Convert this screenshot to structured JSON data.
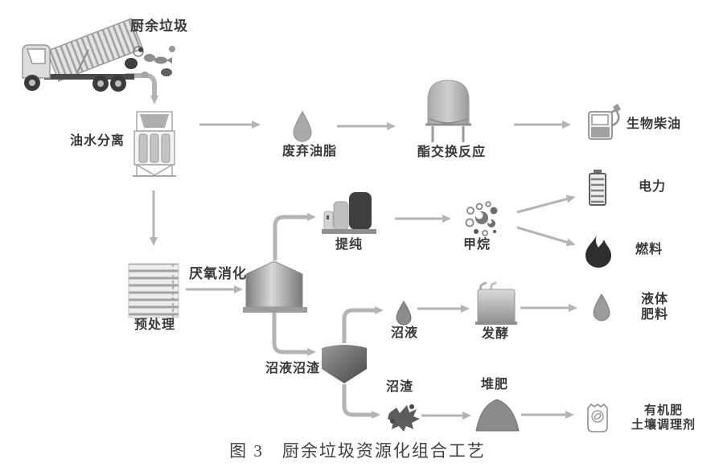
{
  "figure": {
    "caption": "图 3　厨余垃圾资源化组合工艺"
  },
  "nodes": {
    "kitchen_waste": "厨余垃圾",
    "oil_water_separation": "油水分离",
    "waste_grease": "废弃油脂",
    "transesterification": "酯交换反应",
    "biodiesel": "生物柴油",
    "pretreatment": "预处理",
    "anaerobic_digestion": "厌氧消化",
    "purification": "提纯",
    "methane": "甲烷",
    "electricity": "电力",
    "fuel": "燃料",
    "slurry_and_residue": "沼液沼渣",
    "slurry": "沼液",
    "fermentation": "发酵",
    "liquid_fertilizer": {
      "line1": "液体",
      "line2": "肥料"
    },
    "residue": "沼渣",
    "composting": "堆肥",
    "organic_fertilizer": {
      "line1": "有机肥",
      "line2": "土壤调理剂"
    }
  },
  "icons": {
    "kitchen_waste": "dump-truck-icon",
    "oil_water_separation": "separator-icon",
    "waste_grease": "oil-droplet-icon",
    "transesterification": "reactor-tank-icon",
    "biodiesel": "fuel-pump-icon",
    "pretreatment": "striped-box-icon",
    "anaerobic_digestion": "digester-tank-icon",
    "purification": "gas-columns-icon",
    "methane": "gas-bubbles-icon",
    "electricity": "battery-icon",
    "fuel": "flame-icon",
    "slurry_and_residue": "hopper-icon",
    "slurry": "droplet-icon",
    "fermentation": "fermenter-pot-icon",
    "liquid_fertilizer": "droplet-icon",
    "residue": "sludge-icon",
    "composting": "compost-mound-icon",
    "organic_fertilizer": "fertilizer-bag-icon"
  },
  "colors": {
    "background": "#ffffff",
    "arrow": "#b4b4b4",
    "icon_gray": "#9b9b9b",
    "icon_dark": "#3c3c3c",
    "text": "#3a3a3a"
  }
}
